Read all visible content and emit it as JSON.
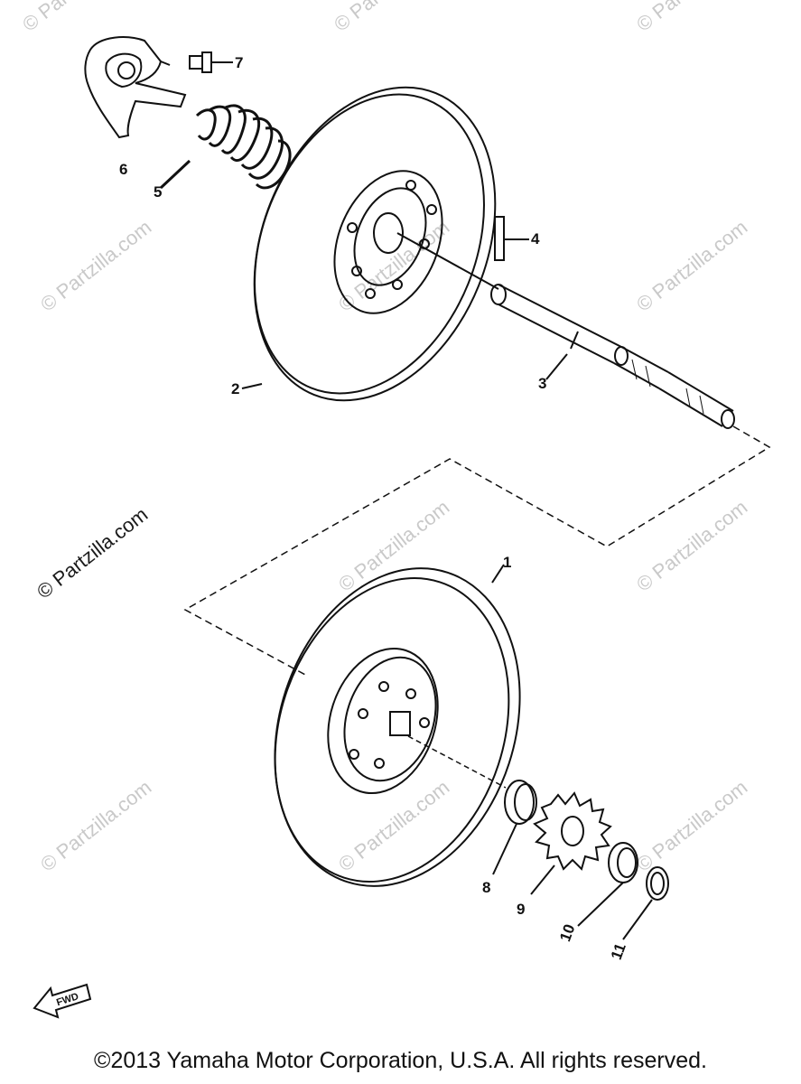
{
  "watermark": "© Partzilla.com",
  "watermark_main": "© Partzilla.com",
  "copyright": "©2013 Yamaha Motor Corporation, U.S.A. All rights reserved.",
  "fwd_label": "FWD",
  "callouts": {
    "c1": "1",
    "c2": "2",
    "c3": "3",
    "c4": "4",
    "c5": "5",
    "c6": "6",
    "c7": "7",
    "c8": "8",
    "c9": "9",
    "c10": "10",
    "c11": "11"
  }
}
